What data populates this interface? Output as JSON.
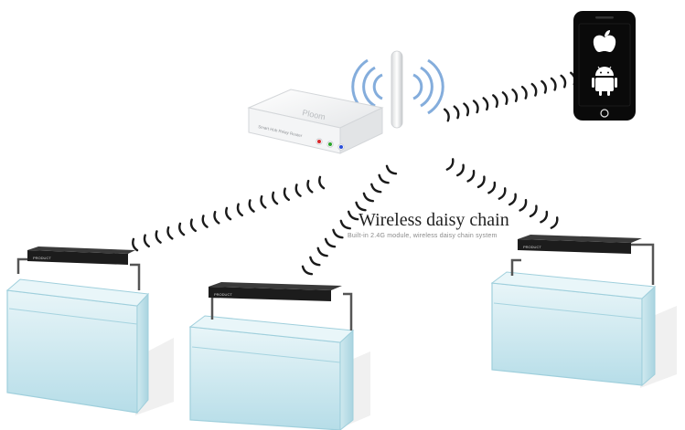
{
  "diagram": {
    "caption": "Wireless daisy chain",
    "subcaption": "Built-in 2.4G module, wireless daisy chain system",
    "router": {
      "brand_text": "Ploom",
      "panel_text": "Smart Hub Relay Router",
      "led_colors": [
        "#d9262a",
        "#2aa52a",
        "#2a4fd9"
      ]
    },
    "phone": {
      "icons": [
        "apple-icon",
        "android-icon"
      ]
    },
    "tanks": [
      {
        "id": "left",
        "label": "PRODUCT"
      },
      {
        "id": "center",
        "label": "PRODUCT"
      },
      {
        "id": "right",
        "label": "PRODUCT"
      }
    ],
    "colors": {
      "signal": "#1a1a1a",
      "wifi": "#6f9fd6",
      "glass": "#bfe3ec",
      "light_bar": "#1c1c1c",
      "phone": "#0a0a0a"
    }
  }
}
